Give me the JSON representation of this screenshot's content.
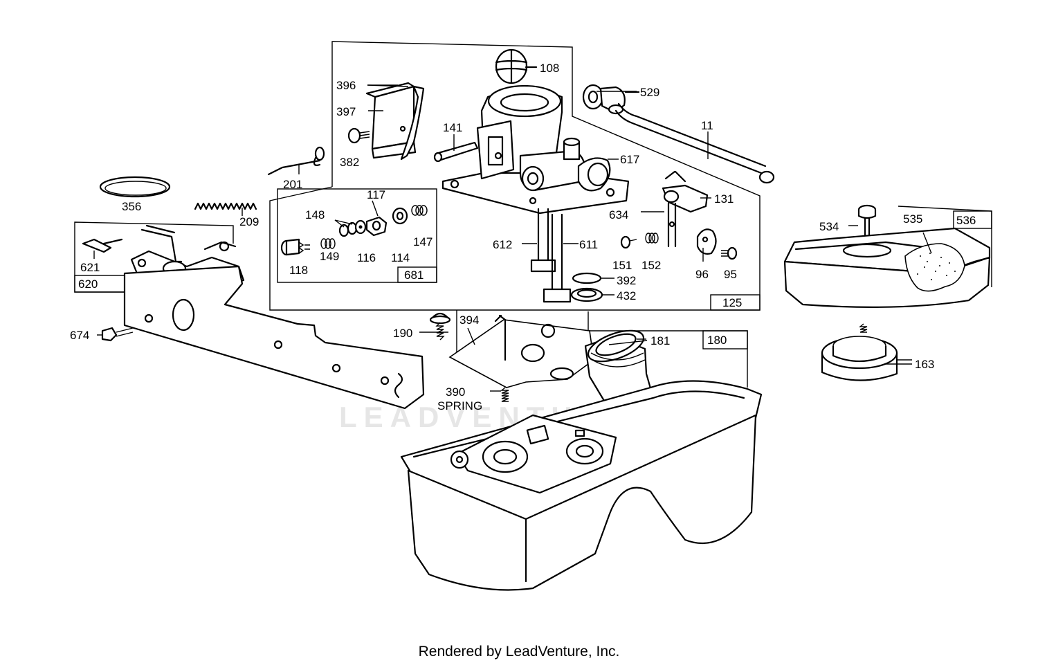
{
  "diagram": {
    "watermark": "LEADVENTURE",
    "footer": "Rendered by LeadVenture, Inc.",
    "part_labels": {
      "p108": "108",
      "p529": "529",
      "p396": "396",
      "p397": "397",
      "p382": "382",
      "p141": "141",
      "p11": "11",
      "p617": "617",
      "p201": "201",
      "p356": "356",
      "p209": "209",
      "p117": "117",
      "p148": "148",
      "p147": "147",
      "p118": "118",
      "p149": "149",
      "p116": "116",
      "p114": "114",
      "p131": "131",
      "p634": "634",
      "p612": "612",
      "p611": "611",
      "p151": "151",
      "p152": "152",
      "p96": "96",
      "p95": "95",
      "p392": "392",
      "p432": "432",
      "p534": "534",
      "p535": "535",
      "p621": "621",
      "p674": "674",
      "p190": "190",
      "p394": "394",
      "p181": "181",
      "p390": "390",
      "spring": "SPRING",
      "p163": "163"
    },
    "group_labels": {
      "g681": "681",
      "g125": "125",
      "g536": "536",
      "g620": "620",
      "g180": "180"
    }
  }
}
